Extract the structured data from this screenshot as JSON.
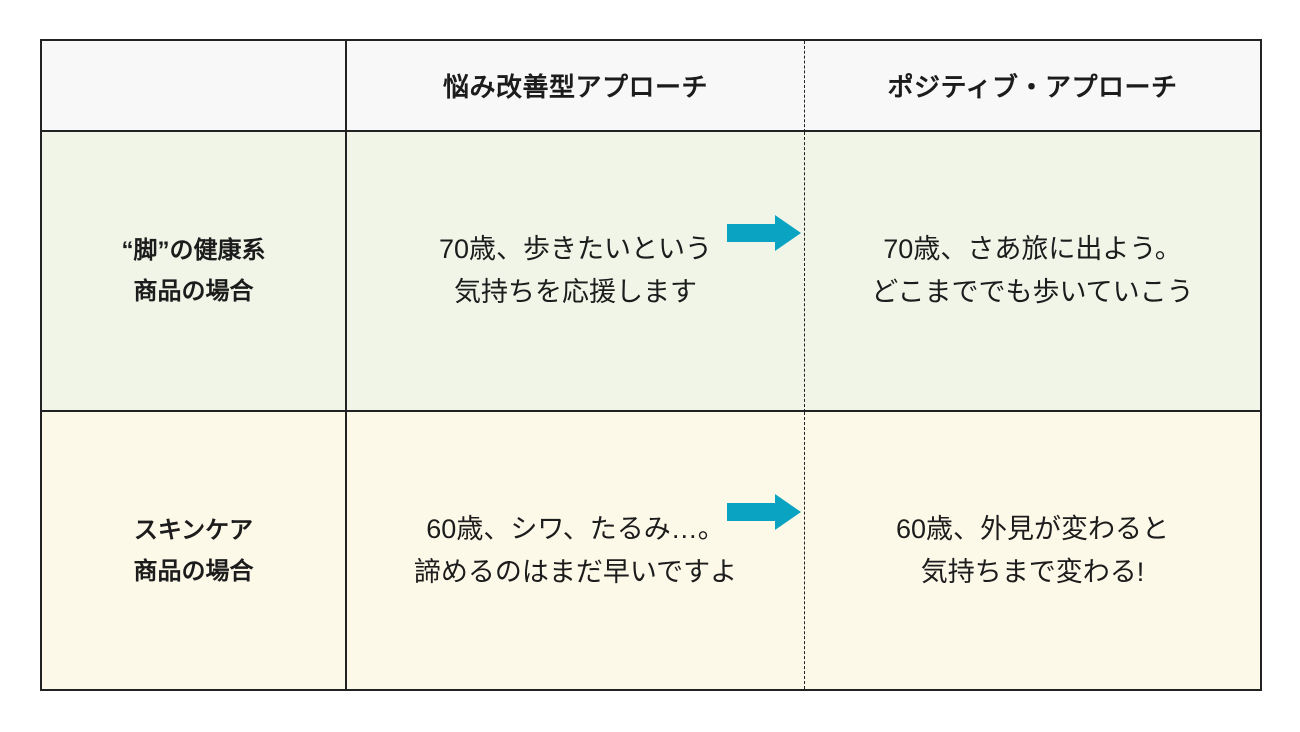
{
  "colors": {
    "header_bg": "#f8f8f8",
    "row1_bg": "#f0f5e8",
    "row2_bg": "#fdf9e9",
    "border": "#222222",
    "arrow": "#0ba3c2",
    "text": "#1c1c1c"
  },
  "table": {
    "header": {
      "empty": "",
      "approach_negative": "悩み改善型アプローチ",
      "approach_positive": "ポジティブ・アプローチ"
    },
    "rows": [
      {
        "label_line1": "“脚”の健康系",
        "label_line2": "商品の場合",
        "before_line1": "70歳、歩きたいという",
        "before_line2": "気持ちを応援します",
        "after_line1": "70歳、さあ旅に出よう。",
        "after_line2": "どこまででも歩いていこう"
      },
      {
        "label_line1": "スキンケア",
        "label_line2": "商品の場合",
        "before_line1": "60歳、シワ、たるみ…。",
        "before_line2": "諦めるのはまだ早いですよ",
        "after_line1": "60歳、外見が変わると",
        "after_line2": "気持ちまで変わる!"
      }
    ]
  },
  "icons": {
    "arrow_right": "arrow-right-icon"
  }
}
